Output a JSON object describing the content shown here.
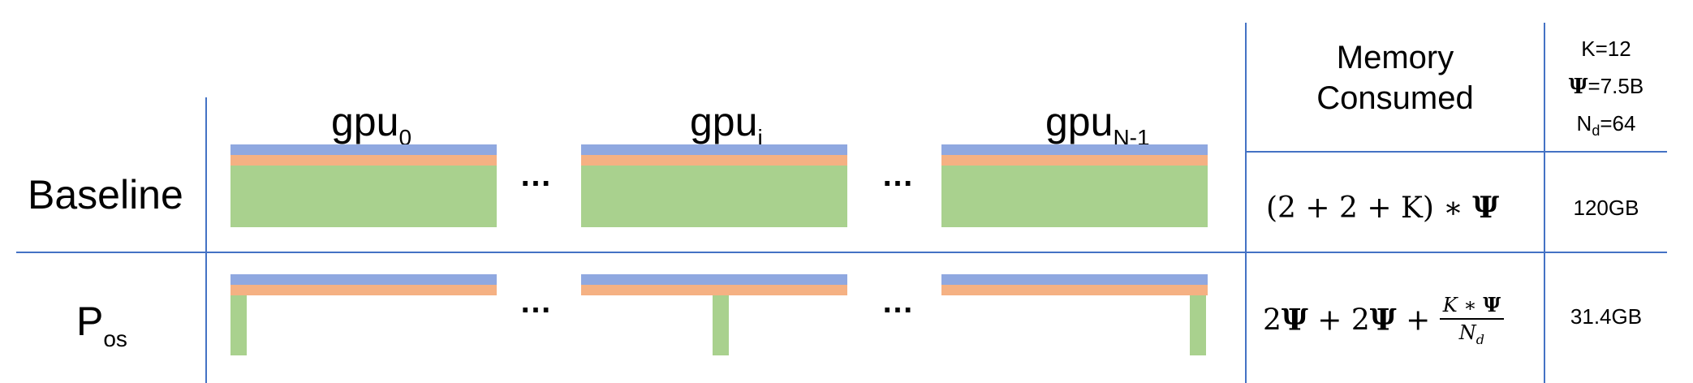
{
  "gpus": [
    {
      "base": "gpu",
      "sub": "0"
    },
    {
      "base": "gpu",
      "sub": "i"
    },
    {
      "base": "gpu",
      "sub": "N-1"
    }
  ],
  "ellipsis": "…",
  "rows": {
    "baseline": {
      "label": "Baseline"
    },
    "pos": {
      "label_base": "P",
      "label_sub": "os"
    }
  },
  "table": {
    "header_line1": "Memory",
    "header_line2": "Consumed",
    "params": {
      "k": "K=12",
      "psi_sym": "Ψ",
      "psi_val": "=7.5B",
      "nd_base": "N",
      "nd_sub": "d",
      "nd_val": "=64"
    },
    "baseline_formula": "(2 + 2 + K) ∗ ",
    "baseline_formula_psi": "Ψ",
    "pos_formula_a": "2",
    "pos_formula_psi1": "Ψ",
    "pos_formula_b": " + 2",
    "pos_formula_psi2": "Ψ",
    "pos_formula_c": " + ",
    "pos_frac_num": "K ∗ ",
    "pos_frac_num_psi": "Ψ",
    "pos_frac_den": "N",
    "pos_frac_den_sub": "d",
    "baseline_value": "120GB",
    "pos_value": "31.4GB"
  },
  "colors": {
    "parameters": "#8fa8e0",
    "gradients": "#f5b183",
    "optimizer_states": "#a9d18e",
    "grid": "#4472c4"
  }
}
